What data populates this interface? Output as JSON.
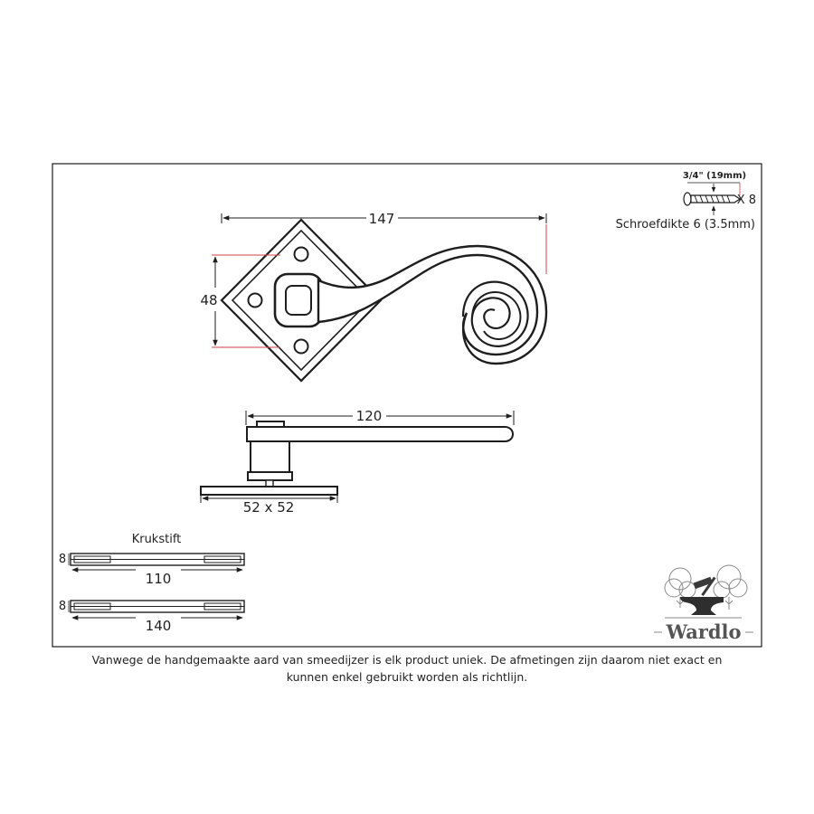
{
  "dimensions": {
    "rose_height": "48",
    "overall_length": "147",
    "projection_length": "120",
    "rose_size": "52 x 52",
    "spindle_1_length": "110",
    "spindle_1_thickness": "8",
    "spindle_2_length": "140",
    "spindle_2_thickness": "8"
  },
  "spindle": {
    "title": "Krukstift"
  },
  "screws": {
    "length_label": "3/4\" (19mm)",
    "quantity": "X 8",
    "gauge_label": "Schroefdikte 6 (3.5mm)"
  },
  "brand": {
    "name": "Wardlo"
  },
  "disclaimer": {
    "line1": "Vanwege de handgemaakte aard van smeedijzer is elk product uniek. De afmetingen zijn daarom niet exact en",
    "line2": "kunnen enkel gebruikt worden als richtlijn."
  },
  "colors": {
    "line": "#1e1e1e",
    "red_extension": "#d04040"
  },
  "icons": {
    "logo": "anvil-hammer-trees-icon",
    "screw": "screw-icon"
  }
}
